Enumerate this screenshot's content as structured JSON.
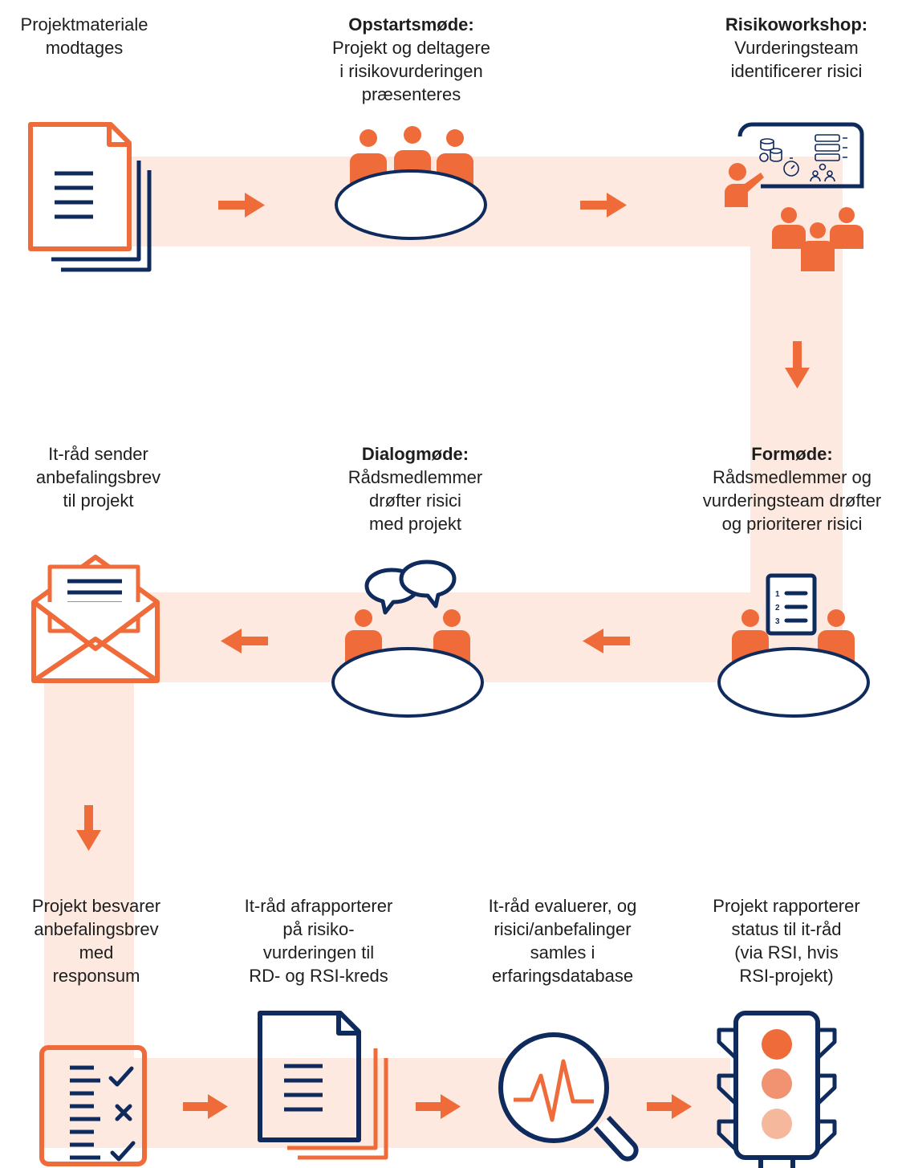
{
  "colors": {
    "orange": "#ef6b3a",
    "navy": "#0f2a5c",
    "band": "#fde9df",
    "light_orange_1": "#f19370",
    "light_orange_2": "#f6b89c"
  },
  "steps": [
    {
      "title": "",
      "text": [
        "Projektmateriale",
        "modtages"
      ],
      "icon": "document-stack-icon"
    },
    {
      "title": "Opstartsmøde:",
      "text": [
        "Projekt og deltagere",
        "i risikovurderingen",
        "præsenteres"
      ],
      "icon": "meeting-table-icon"
    },
    {
      "title": "Risikoworkshop:",
      "text": [
        "Vurderingsteam",
        "identificerer risici"
      ],
      "icon": "workshop-presentation-icon"
    },
    {
      "title": "Formøde:",
      "text": [
        "Rådsmedlemmer og",
        "vurderingsteam drøfter",
        "og prioriterer risici"
      ],
      "icon": "prioritized-list-meeting-icon"
    },
    {
      "title": "Dialogmøde:",
      "text": [
        "Rådsmedlemmer",
        "drøfter risici",
        "med projekt"
      ],
      "icon": "dialog-meeting-icon"
    },
    {
      "title": "",
      "text": [
        "It-råd sender",
        "anbefalingsbrev",
        "til projekt"
      ],
      "icon": "envelope-letter-icon"
    },
    {
      "title": "",
      "text": [
        "Projekt besvarer",
        "anbefalingsbrev",
        "med",
        "responsum"
      ],
      "icon": "checklist-icon"
    },
    {
      "title": "",
      "text": [
        "It-råd afrapporterer",
        "på risiko-",
        "vurderingen til",
        "RD- og RSI-kreds"
      ],
      "icon": "report-document-icon"
    },
    {
      "title": "",
      "text": [
        "It-råd evaluerer, og",
        "risici/anbefalinger",
        "samles i",
        "erfaringsdatabase"
      ],
      "icon": "magnifier-analysis-icon"
    },
    {
      "title": "",
      "text": [
        "Projekt rapporterer",
        "status til it-råd",
        "(via RSI, hvis",
        "RSI-projekt)"
      ],
      "icon": "traffic-light-icon"
    }
  ],
  "list_numbers": [
    "1",
    "2",
    "3"
  ]
}
